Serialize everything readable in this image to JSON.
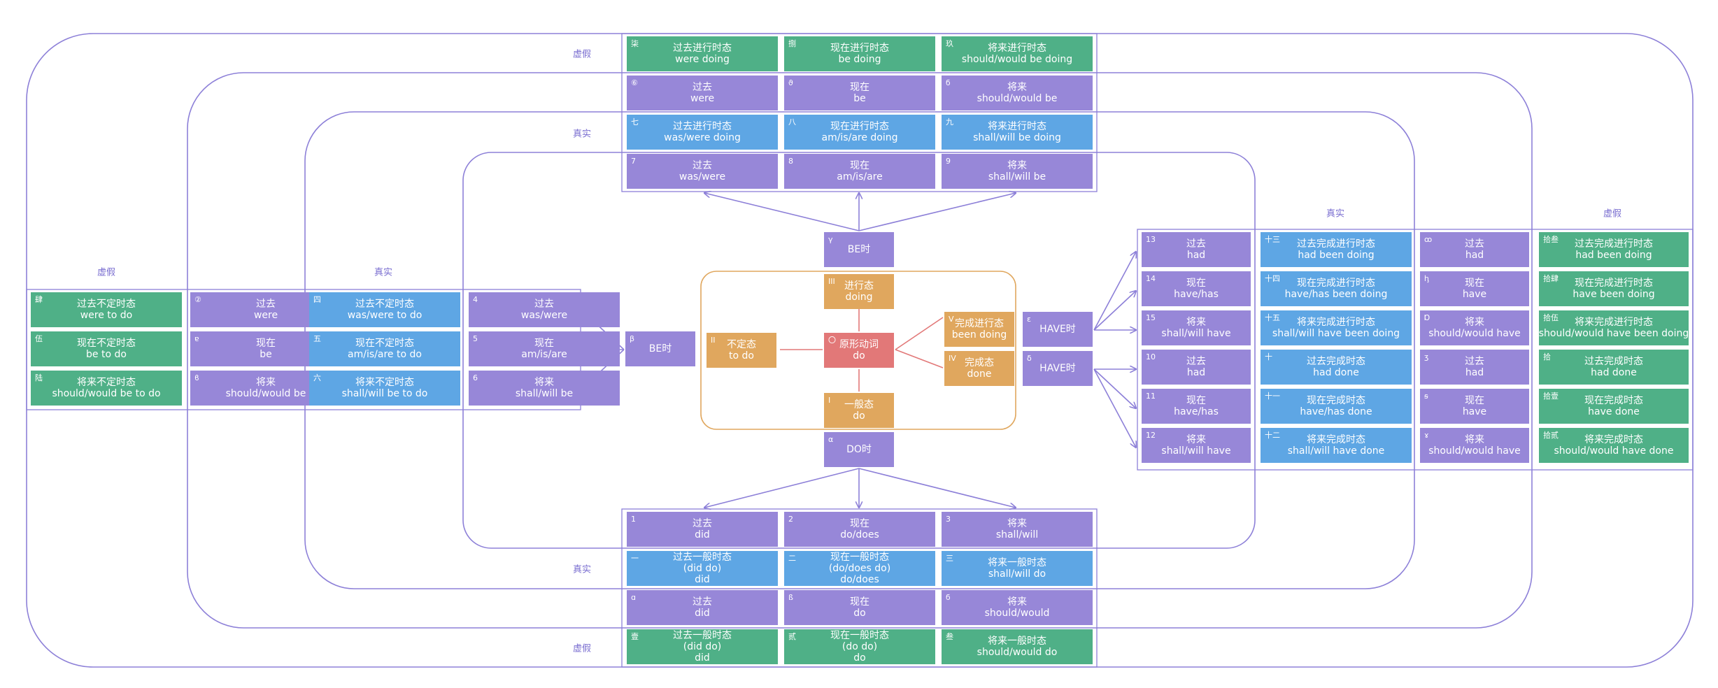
{
  "colors": {
    "purple": "#9787d8",
    "blue": "#5ea6e4",
    "green": "#4fb087",
    "orange": "#e0a75e",
    "red": "#e27878",
    "frame": "#8d80d8",
    "frame_orange": "#e0a75e"
  },
  "section_labels": {
    "top_outer": "虚假",
    "top_inner": "真实",
    "bottom_inner": "真实",
    "bottom_outer": "虚假",
    "left_outer": "虚假",
    "left_inner": "真实",
    "right_inner": "真实",
    "right_outer": "虚假"
  },
  "center": {
    "gamma": {
      "tag": "γ",
      "lines": [
        "BE时"
      ]
    },
    "alpha": {
      "tag": "α",
      "lines": [
        "DO时"
      ]
    },
    "beta": {
      "tag": "β",
      "lines": [
        "BE时"
      ]
    },
    "epsilon": {
      "tag": "ε",
      "lines": [
        "HAVE时"
      ]
    },
    "delta": {
      "tag": "δ",
      "lines": [
        "HAVE时"
      ]
    },
    "progressive": {
      "tag": "III",
      "lines": [
        "进行态",
        "doing"
      ]
    },
    "infinitive": {
      "tag": "II",
      "lines": [
        "不定态",
        "to do"
      ]
    },
    "verb": {
      "tag": "〇",
      "lines": [
        "原形动词",
        "do"
      ]
    },
    "simple": {
      "tag": "I",
      "lines": [
        "一般态",
        "do"
      ]
    },
    "perfect_progressive": {
      "tag": "V",
      "lines": [
        "完成进行态",
        "been doing"
      ]
    },
    "perfect": {
      "tag": "IV",
      "lines": [
        "完成态",
        "done"
      ]
    }
  },
  "top": [
    [
      {
        "tag": "柒",
        "lines": [
          "过去进行时态",
          "were doing"
        ]
      },
      {
        "tag": "捌",
        "lines": [
          "现在进行时态",
          "be doing"
        ]
      },
      {
        "tag": "玖",
        "lines": [
          "将来进行时态",
          "should/would be doing"
        ]
      }
    ],
    [
      {
        "tag": "⑥",
        "lines": [
          "过去",
          "were"
        ]
      },
      {
        "tag": "ϑ",
        "lines": [
          "现在",
          "be"
        ]
      },
      {
        "tag": "ϭ",
        "lines": [
          "将来",
          "should/would be"
        ]
      }
    ],
    [
      {
        "tag": "七",
        "lines": [
          "过去进行时态",
          "was/were doing"
        ]
      },
      {
        "tag": "八",
        "lines": [
          "现在进行时态",
          "am/is/are doing"
        ]
      },
      {
        "tag": "九",
        "lines": [
          "将来进行时态",
          "shall/will be doing"
        ]
      }
    ],
    [
      {
        "tag": "7",
        "lines": [
          "过去",
          "was/were"
        ]
      },
      {
        "tag": "8",
        "lines": [
          "现在",
          "am/is/are"
        ]
      },
      {
        "tag": "9",
        "lines": [
          "将来",
          "shall/will be"
        ]
      }
    ]
  ],
  "bottom": [
    [
      {
        "tag": "1",
        "lines": [
          "过去",
          "did"
        ]
      },
      {
        "tag": "2",
        "lines": [
          "现在",
          "do/does"
        ]
      },
      {
        "tag": "3",
        "lines": [
          "将来",
          "shall/will"
        ]
      }
    ],
    [
      {
        "tag": "一",
        "lines": [
          "过去一般时态",
          "(did do)",
          "did"
        ]
      },
      {
        "tag": "二",
        "lines": [
          "现在一般时态",
          "(do/does do)",
          "do/does"
        ]
      },
      {
        "tag": "三",
        "lines": [
          "将来一般时态",
          "shall/will do"
        ]
      }
    ],
    [
      {
        "tag": "ɑ",
        "lines": [
          "过去",
          "did"
        ]
      },
      {
        "tag": "ß",
        "lines": [
          "现在",
          "do"
        ]
      },
      {
        "tag": "ϭ",
        "lines": [
          "将来",
          "should/would"
        ]
      }
    ],
    [
      {
        "tag": "壹",
        "lines": [
          "过去一般时态",
          "(did do)",
          "did"
        ]
      },
      {
        "tag": "贰",
        "lines": [
          "现在一般时态",
          "(do do)",
          "do"
        ]
      },
      {
        "tag": "叁",
        "lines": [
          "将来一般时态",
          "should/would do"
        ]
      }
    ]
  ],
  "left": [
    [
      {
        "tag": "肆",
        "lines": [
          "过去不定时态",
          "were to do"
        ]
      },
      {
        "tag": "伍",
        "lines": [
          "现在不定时态",
          "be to do"
        ]
      },
      {
        "tag": "陆",
        "lines": [
          "将来不定时态",
          "should/would be to do"
        ]
      }
    ],
    [
      {
        "tag": "②",
        "lines": [
          "过去",
          "were"
        ]
      },
      {
        "tag": "ɐ",
        "lines": [
          "现在",
          "be"
        ]
      },
      {
        "tag": "ϐ",
        "lines": [
          "将来",
          "should/would be"
        ]
      }
    ],
    [
      {
        "tag": "四",
        "lines": [
          "过去不定时态",
          "was/were to do"
        ]
      },
      {
        "tag": "五",
        "lines": [
          "现在不定时态",
          "am/is/are to do"
        ]
      },
      {
        "tag": "六",
        "lines": [
          "将来不定时态",
          "shall/will be to do"
        ]
      }
    ],
    [
      {
        "tag": "4",
        "lines": [
          "过去",
          "was/were"
        ]
      },
      {
        "tag": "5",
        "lines": [
          "现在",
          "am/is/are"
        ]
      },
      {
        "tag": "6",
        "lines": [
          "将来",
          "shall/will be"
        ]
      }
    ]
  ],
  "right": [
    [
      {
        "tag": "13",
        "lines": [
          "过去",
          "had"
        ]
      },
      {
        "tag": "14",
        "lines": [
          "现在",
          "have/has"
        ]
      },
      {
        "tag": "15",
        "lines": [
          "将来",
          "shall/will have"
        ]
      },
      {
        "tag": "10",
        "lines": [
          "过去",
          "had"
        ]
      },
      {
        "tag": "11",
        "lines": [
          "现在",
          "have/has"
        ]
      },
      {
        "tag": "12",
        "lines": [
          "将来",
          "shall/will have"
        ]
      }
    ],
    [
      {
        "tag": "十三",
        "lines": [
          "过去完成进行时态",
          "had been doing"
        ]
      },
      {
        "tag": "十四",
        "lines": [
          "现在完成进行时态",
          "have/has been doing"
        ]
      },
      {
        "tag": "十五",
        "lines": [
          "将来完成进行时态",
          "shall/will have been doing"
        ]
      },
      {
        "tag": "十",
        "lines": [
          "过去完成时态",
          "had done"
        ]
      },
      {
        "tag": "十一",
        "lines": [
          "现在完成时态",
          "have/has done"
        ]
      },
      {
        "tag": "十二",
        "lines": [
          "将来完成时态",
          "shall/will have done"
        ]
      }
    ],
    [
      {
        "tag": "ꝏ",
        "lines": [
          "过去",
          "had"
        ]
      },
      {
        "tag": "ꞕ",
        "lines": [
          "现在",
          "have"
        ]
      },
      {
        "tag": "Ɒ",
        "lines": [
          "将来",
          "should/would have"
        ]
      },
      {
        "tag": "ʒ",
        "lines": [
          "过去",
          "had"
        ]
      },
      {
        "tag": "ꞩ",
        "lines": [
          "现在",
          "have"
        ]
      },
      {
        "tag": "ɤ",
        "lines": [
          "将来",
          "should/would have"
        ]
      }
    ],
    [
      {
        "tag": "拾叁",
        "lines": [
          "过去完成进行时态",
          "had been doing"
        ]
      },
      {
        "tag": "拾肆",
        "lines": [
          "现在完成进行时态",
          "have been doing"
        ]
      },
      {
        "tag": "拾伍",
        "lines": [
          "将来完成进行时态",
          "should/would have been doing"
        ]
      },
      {
        "tag": "拾",
        "lines": [
          "过去完成时态",
          "had done"
        ]
      },
      {
        "tag": "拾壹",
        "lines": [
          "现在完成时态",
          "have done"
        ]
      },
      {
        "tag": "拾贰",
        "lines": [
          "将来完成时态",
          "should/would have done"
        ]
      }
    ]
  ]
}
